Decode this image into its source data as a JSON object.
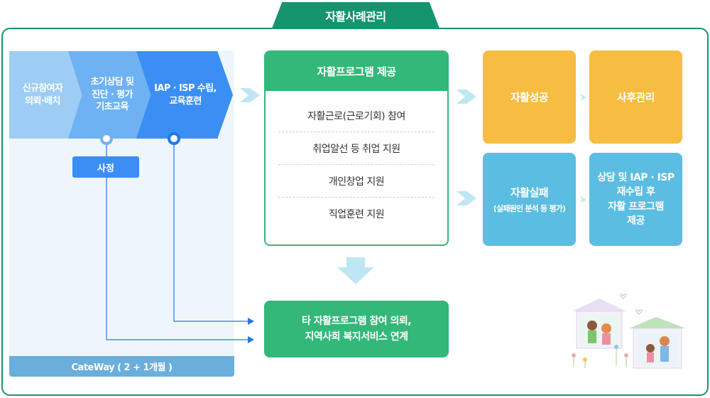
{
  "header": {
    "title": "자활사례관리"
  },
  "stages": [
    {
      "label": "신규참여자\n의뢰·배치"
    },
    {
      "label": "초기상담 및\n진단 · 평가\n기초교육"
    },
    {
      "label": "IAP · ISP 수립,\n교육훈련"
    }
  ],
  "badge": {
    "label": "사정"
  },
  "panel": {
    "footer": "CateWay ( 2 + 1개월 )"
  },
  "program": {
    "title": "자활프로그램 제공",
    "items": [
      "자활근로(근로기회) 참여",
      "취업알선 등 취업 지원",
      "개인창업 지원",
      "직업훈련 지원"
    ]
  },
  "other": {
    "label": "타 자활프로그램 참여 의뢰,\n지역사회 복지서비스 연계"
  },
  "outcomes": {
    "success": "자활성공",
    "aftercare": "사후관리",
    "failure": "자활실패",
    "failure_sub": "(실패원인 분석 등 평가)",
    "retry": "상담 및 IAP · ISP\n재수립 후\n자활 프로그램\n제공"
  },
  "colors": {
    "frame": "#16946d",
    "program": "#33b879",
    "success": "#f6bd42",
    "failure": "#5bbde2",
    "stage_dark": "#3b8ef3"
  }
}
